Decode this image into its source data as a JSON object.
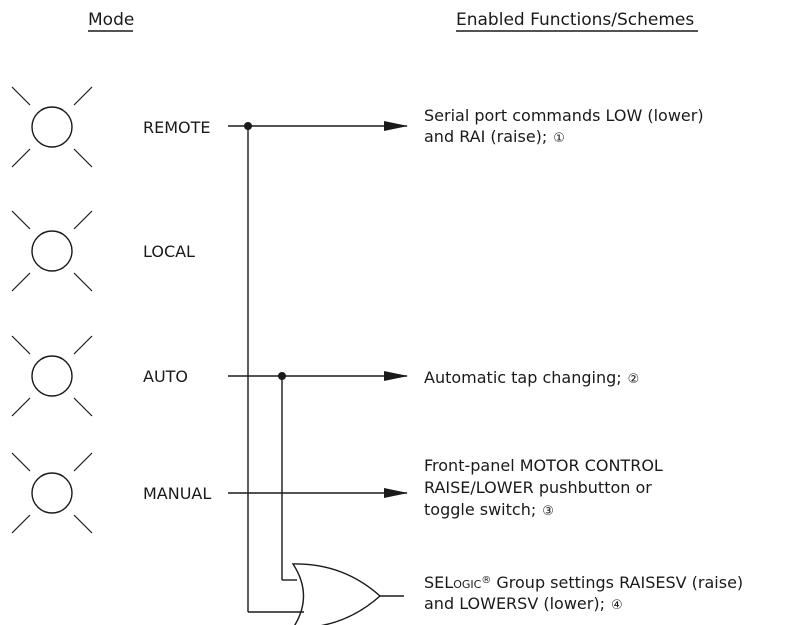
{
  "headers": {
    "mode": "Mode",
    "functions": "Enabled Functions/Schemes"
  },
  "modes": [
    {
      "label": "REMOTE"
    },
    {
      "label": "LOCAL"
    },
    {
      "label": "AUTO"
    },
    {
      "label": "MANUAL"
    }
  ],
  "functions": {
    "remote": {
      "line1": "Serial port commands LOW (lower)",
      "line2": "and RAI (raise);",
      "note": "①"
    },
    "auto": {
      "line1": "Automatic tap changing;",
      "note": "②"
    },
    "manual": {
      "line1": "Front-panel MOTOR CONTROL",
      "line2": "RAISE/LOWER pushbutton or",
      "line3": "toggle switch;",
      "note": "③"
    },
    "selogic": {
      "sel": "SEL",
      "ogic": "OGIC",
      "reg": "®",
      "line1_rest": " Group settings RAISESV (raise)",
      "line2": "and LOWERSV (lower);",
      "note": "④"
    }
  },
  "colors": {
    "ink": "#1a1a1a",
    "background": "#ffffff"
  },
  "icons": [
    "led-indicator-icon",
    "junction-dot-icon",
    "arrowhead-icon",
    "or-gate-icon"
  ]
}
